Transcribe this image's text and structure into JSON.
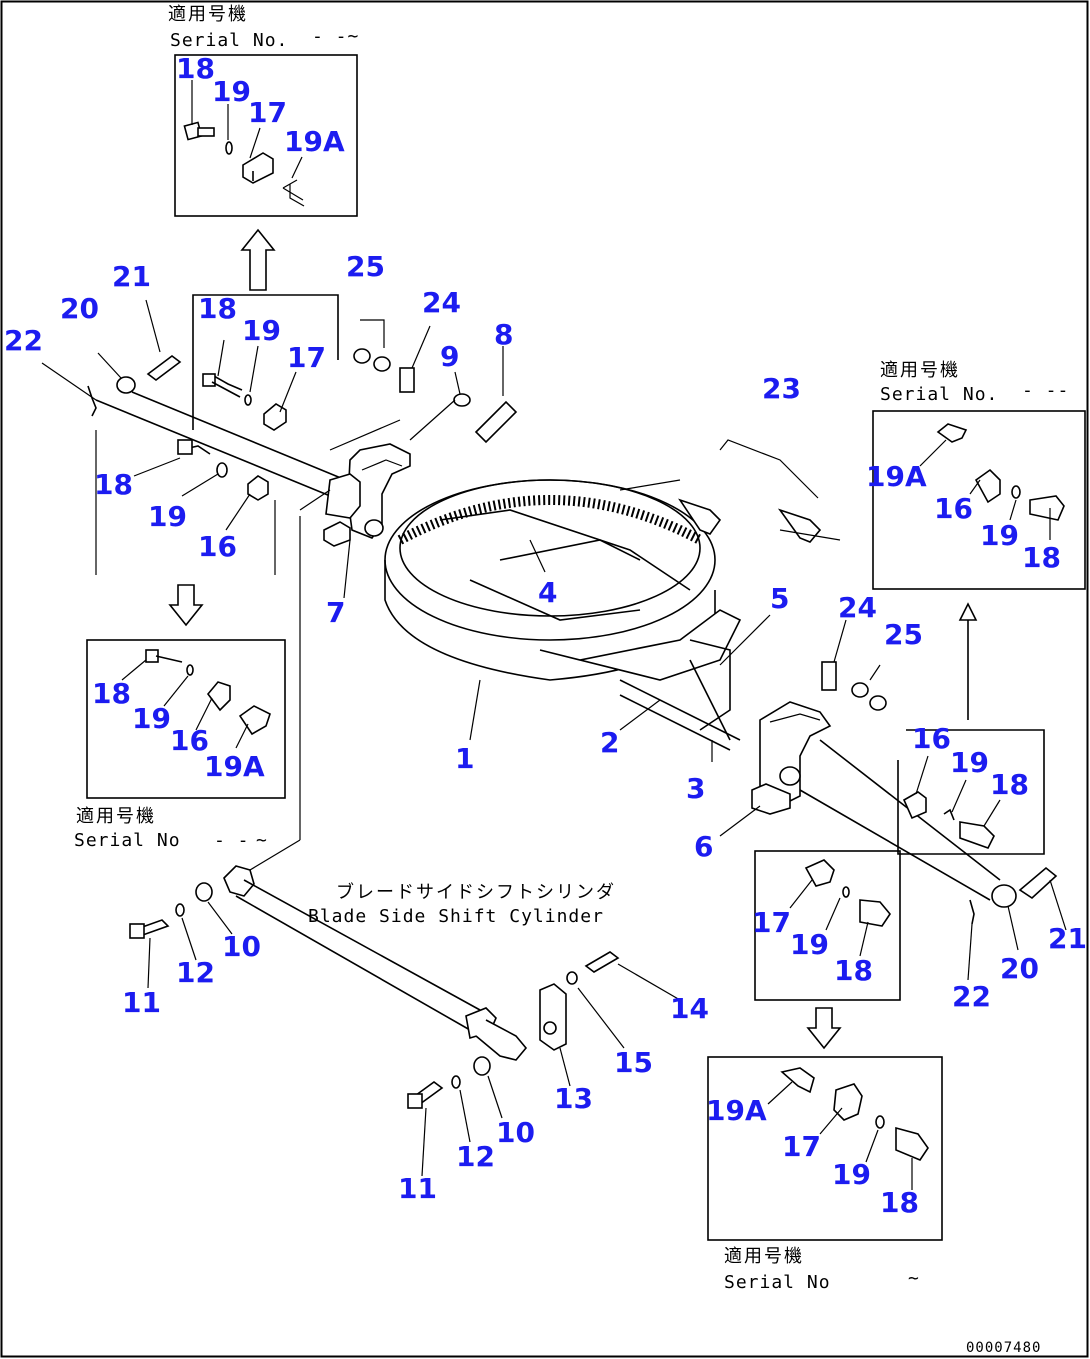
{
  "serial_label_jp": "適用号機",
  "serial_label_en": "Serial No.",
  "serial_label_en_b": "Serial No",
  "serial_label_en_c": "Serial No.",
  "serial_dash": "~",
  "cylinder_label_jp": "ブレードサイドシフトシリンダ",
  "cylinder_label_en": "Blade Side Shift Cylinder",
  "drawing_number": "00007480",
  "callouts": {
    "p1": "1",
    "p2": "2",
    "p3": "3",
    "p4": "4",
    "p5": "5",
    "p6": "6",
    "p7": "7",
    "p8": "8",
    "p9": "9",
    "p10a": "10",
    "p10b": "10",
    "p11a": "11",
    "p11b": "11",
    "p12a": "12",
    "p12b": "12",
    "p13": "13",
    "p14": "14",
    "p15": "15",
    "p16a": "16",
    "p16b": "16",
    "p16c": "16",
    "p16d": "16",
    "p17a": "17",
    "p17b": "17",
    "p17c": "17",
    "p17d": "17",
    "p18a": "18",
    "p18b": "18",
    "p18c": "18",
    "p18d": "18",
    "p18e": "18",
    "p18f": "18",
    "p18g": "18",
    "p18h": "18",
    "p19a": "19",
    "p19b": "19",
    "p19c": "19",
    "p19d": "19",
    "p19e": "19",
    "p19f": "19",
    "p19g": "19",
    "p19h": "19",
    "p19Aa": "19A",
    "p19Ab": "19A",
    "p19Ac": "19A",
    "p19Ad": "19A",
    "p20a": "20",
    "p20b": "20",
    "p21a": "21",
    "p21b": "21",
    "p22a": "22",
    "p22b": "22",
    "p23": "23",
    "p24a": "24",
    "p24b": "24",
    "p25a": "25",
    "p25b": "25"
  }
}
